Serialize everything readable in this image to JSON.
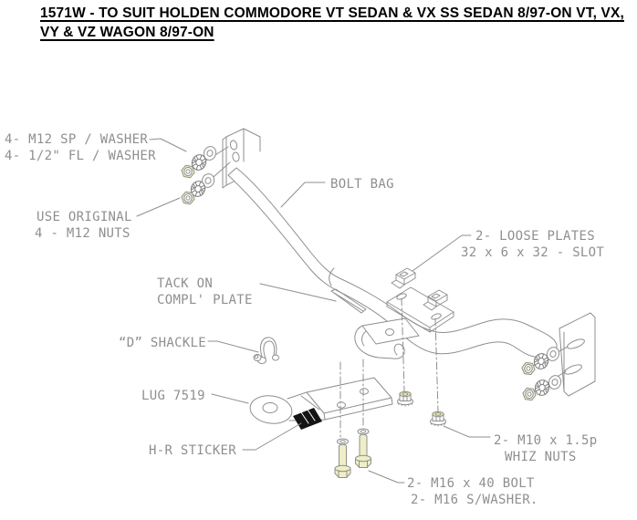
{
  "title": {
    "line1": "1571W - TO SUIT HOLDEN COMMODORE VT SEDAN & VX SS SEDAN 8/97-ON VT, VX,",
    "line2": "VY & VZ WAGON 8/97-ON"
  },
  "callouts": {
    "sp_washer": {
      "line1": "4- M12 SP / WASHER",
      "line2": "4- 1/2\" FL / WASHER"
    },
    "original_nuts": {
      "line1": "USE ORIGINAL",
      "line2": "4 - M12 NUTS"
    },
    "bolt_bag": {
      "line1": "BOLT BAG"
    },
    "loose_plates": {
      "line1": "2- LOOSE PLATES",
      "line2": "32 x 6 x 32 - SLOT"
    },
    "tack_on": {
      "line1": "TACK ON",
      "line2": "COMPL' PLATE"
    },
    "d_shackle": {
      "line1": "“D” SHACKLE"
    },
    "lug": {
      "line1": "LUG 7519"
    },
    "hr_sticker": {
      "line1": "H-R STICKER"
    },
    "whiz_nuts": {
      "line1": "2- M10 x 1.5p",
      "line2": "WHIZ NUTS"
    },
    "m16_bolts": {
      "line1": "2- M16 x 40 BOLT",
      "line2": "2- M16 S/WASHER."
    }
  },
  "colors": {
    "background": "#ffffff",
    "title_text": "#000000",
    "drawing_line": "#8f8f8f",
    "callout_text": "#8f8f8f",
    "hardware_brass": "#f0eec6",
    "whiz_nut_top": "#e3e390",
    "sticker_black": "#141414"
  }
}
